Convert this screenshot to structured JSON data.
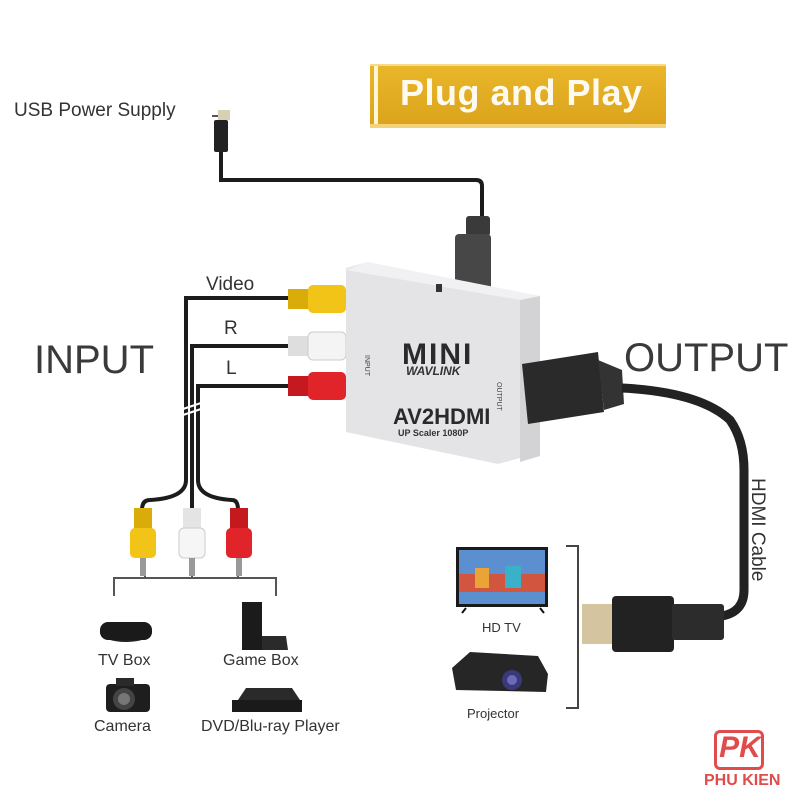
{
  "banner": {
    "title": "Plug and Play",
    "color": "#e0aa22"
  },
  "power": {
    "label": "USB Power Supply"
  },
  "input": {
    "title": "INPUT",
    "channels": [
      {
        "label": "Video",
        "color": "#f2c417"
      },
      {
        "label": "R",
        "color": "#f2f2f2"
      },
      {
        "label": "L",
        "color": "#e0242a"
      }
    ],
    "devices": [
      {
        "label": "TV Box",
        "icon": "tv-box-icon"
      },
      {
        "label": "Game Box",
        "icon": "game-console-icon"
      },
      {
        "label": "Camera",
        "icon": "camera-icon"
      },
      {
        "label": "DVD/Blu-ray Player",
        "icon": "dvd-player-icon"
      }
    ]
  },
  "converter": {
    "line1": "MINI",
    "line2": "WAVLINK",
    "model": "AV2HDMI",
    "subtitle": "UP Scaler 1080P",
    "port_input": "INPUT",
    "port_output": "OUTPUT"
  },
  "output": {
    "title": "OUTPUT",
    "cable_label": "HDMI Cable",
    "devices": [
      {
        "label": "HD TV",
        "icon": "hd-tv-icon"
      },
      {
        "label": "Projector",
        "icon": "projector-icon"
      }
    ]
  },
  "brand": {
    "short": "PK",
    "name": "PHU KIEN",
    "color": "#e24b4b"
  }
}
